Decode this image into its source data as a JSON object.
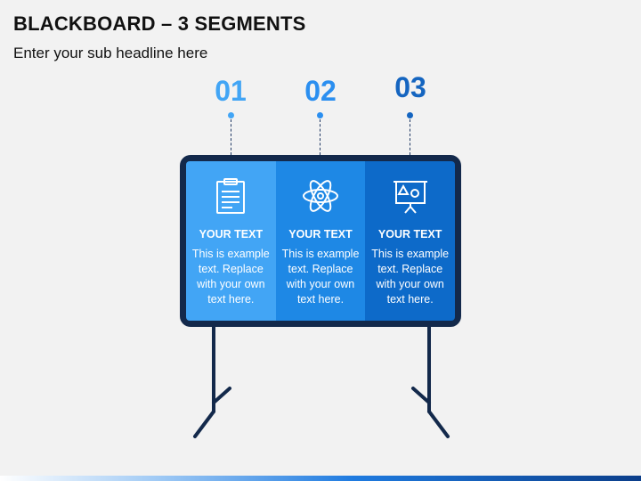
{
  "header": {
    "title": "BLACKBOARD – 3 SEGMENTS",
    "subtitle": "Enter your sub headline here"
  },
  "segments": [
    {
      "number": "01",
      "title": "YOUR TEXT",
      "body": "This is example text. Replace with your own text here.",
      "icon": "clipboard-icon",
      "color": "#42a5f5",
      "number_color": "#42a5f5"
    },
    {
      "number": "02",
      "title": "YOUR TEXT",
      "body": "This is example text. Replace with your own text here.",
      "icon": "atom-icon",
      "color": "#1e88e5",
      "number_color": "#2b8ff0"
    },
    {
      "number": "03",
      "title": "YOUR TEXT",
      "body": "This is example text. Replace with your own text here.",
      "icon": "presentation-board-icon",
      "color": "#0d6ac9",
      "number_color": "#1565c0"
    }
  ],
  "colors": {
    "board_frame": "#13294b",
    "stand": "#13294b",
    "background": "#f2f2f2"
  }
}
